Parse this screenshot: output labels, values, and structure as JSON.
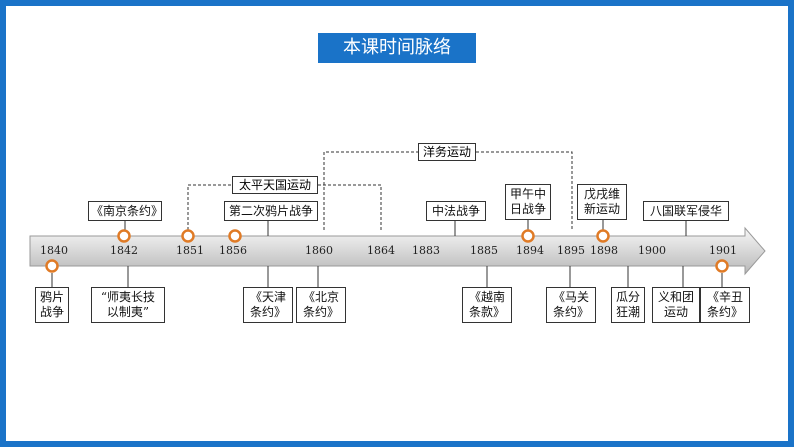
{
  "title": "本课时间脉络",
  "years": [
    "1840",
    "1842",
    "1851",
    "1856",
    "1860",
    "1864",
    "1883",
    "1885",
    "1894",
    "1895",
    "1898",
    "1900",
    "1901"
  ],
  "brackets": {
    "taiping": "太平天国运动",
    "yangwu": "洋务运动"
  },
  "events_top": {
    "nanjing": "《南京条约》",
    "second_opium": "第二次鸦片战争",
    "sino_french": "中法战争",
    "jiawu_l1": "甲午中",
    "jiawu_l2": "日战争",
    "wuxu_l1": "戊戌维",
    "wuxu_l2": "新运动",
    "baguo": "八国联军侵华"
  },
  "events_bottom": {
    "opium_l1": "鸦片",
    "opium_l2": "战争",
    "shiyi_l1": "“师夷长技",
    "shiyi_l2": "以制夷”",
    "tianjin_l1": "《天津",
    "tianjin_l2": "条约》",
    "beijing_l1": "《北京",
    "beijing_l2": "条约》",
    "yuenan_l1": "《越南",
    "yuenan_l2": "条款》",
    "maguan_l1": "《马关",
    "maguan_l2": "条约》",
    "guafen_l1": "瓜分",
    "guafen_l2": "狂潮",
    "yihetuan_l1": "义和团",
    "yihetuan_l2": "运动",
    "xinchou_l1": "《辛丑",
    "xinchou_l2": "条约》"
  },
  "colors": {
    "frame": "#1a73c8",
    "dot": "#e07b26",
    "arrow_top": "#f2f2f2",
    "arrow_bottom": "#bdbdbd"
  }
}
